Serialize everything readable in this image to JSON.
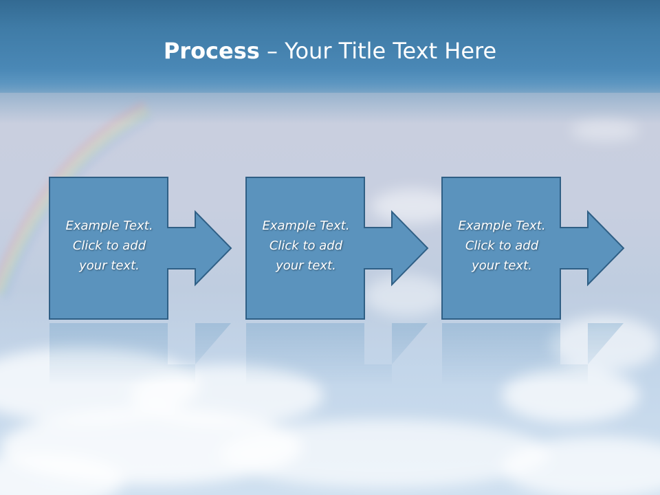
{
  "slide": {
    "title_strong": "Process",
    "title_rest": " – Your Title Text Here"
  },
  "steps": [
    {
      "line1": "Example Text.",
      "line2": "Click  to add",
      "line3": "your text."
    },
    {
      "line1": "Example Text.",
      "line2": "Click  to add",
      "line3": "your text."
    },
    {
      "line1": "Example Text.",
      "line2": "Click  to add",
      "line3": "your text."
    }
  ],
  "colors": {
    "shape_fill": "#5b93bd",
    "shape_stroke": "#2f5f85",
    "title_band": "#3f7ba6"
  }
}
